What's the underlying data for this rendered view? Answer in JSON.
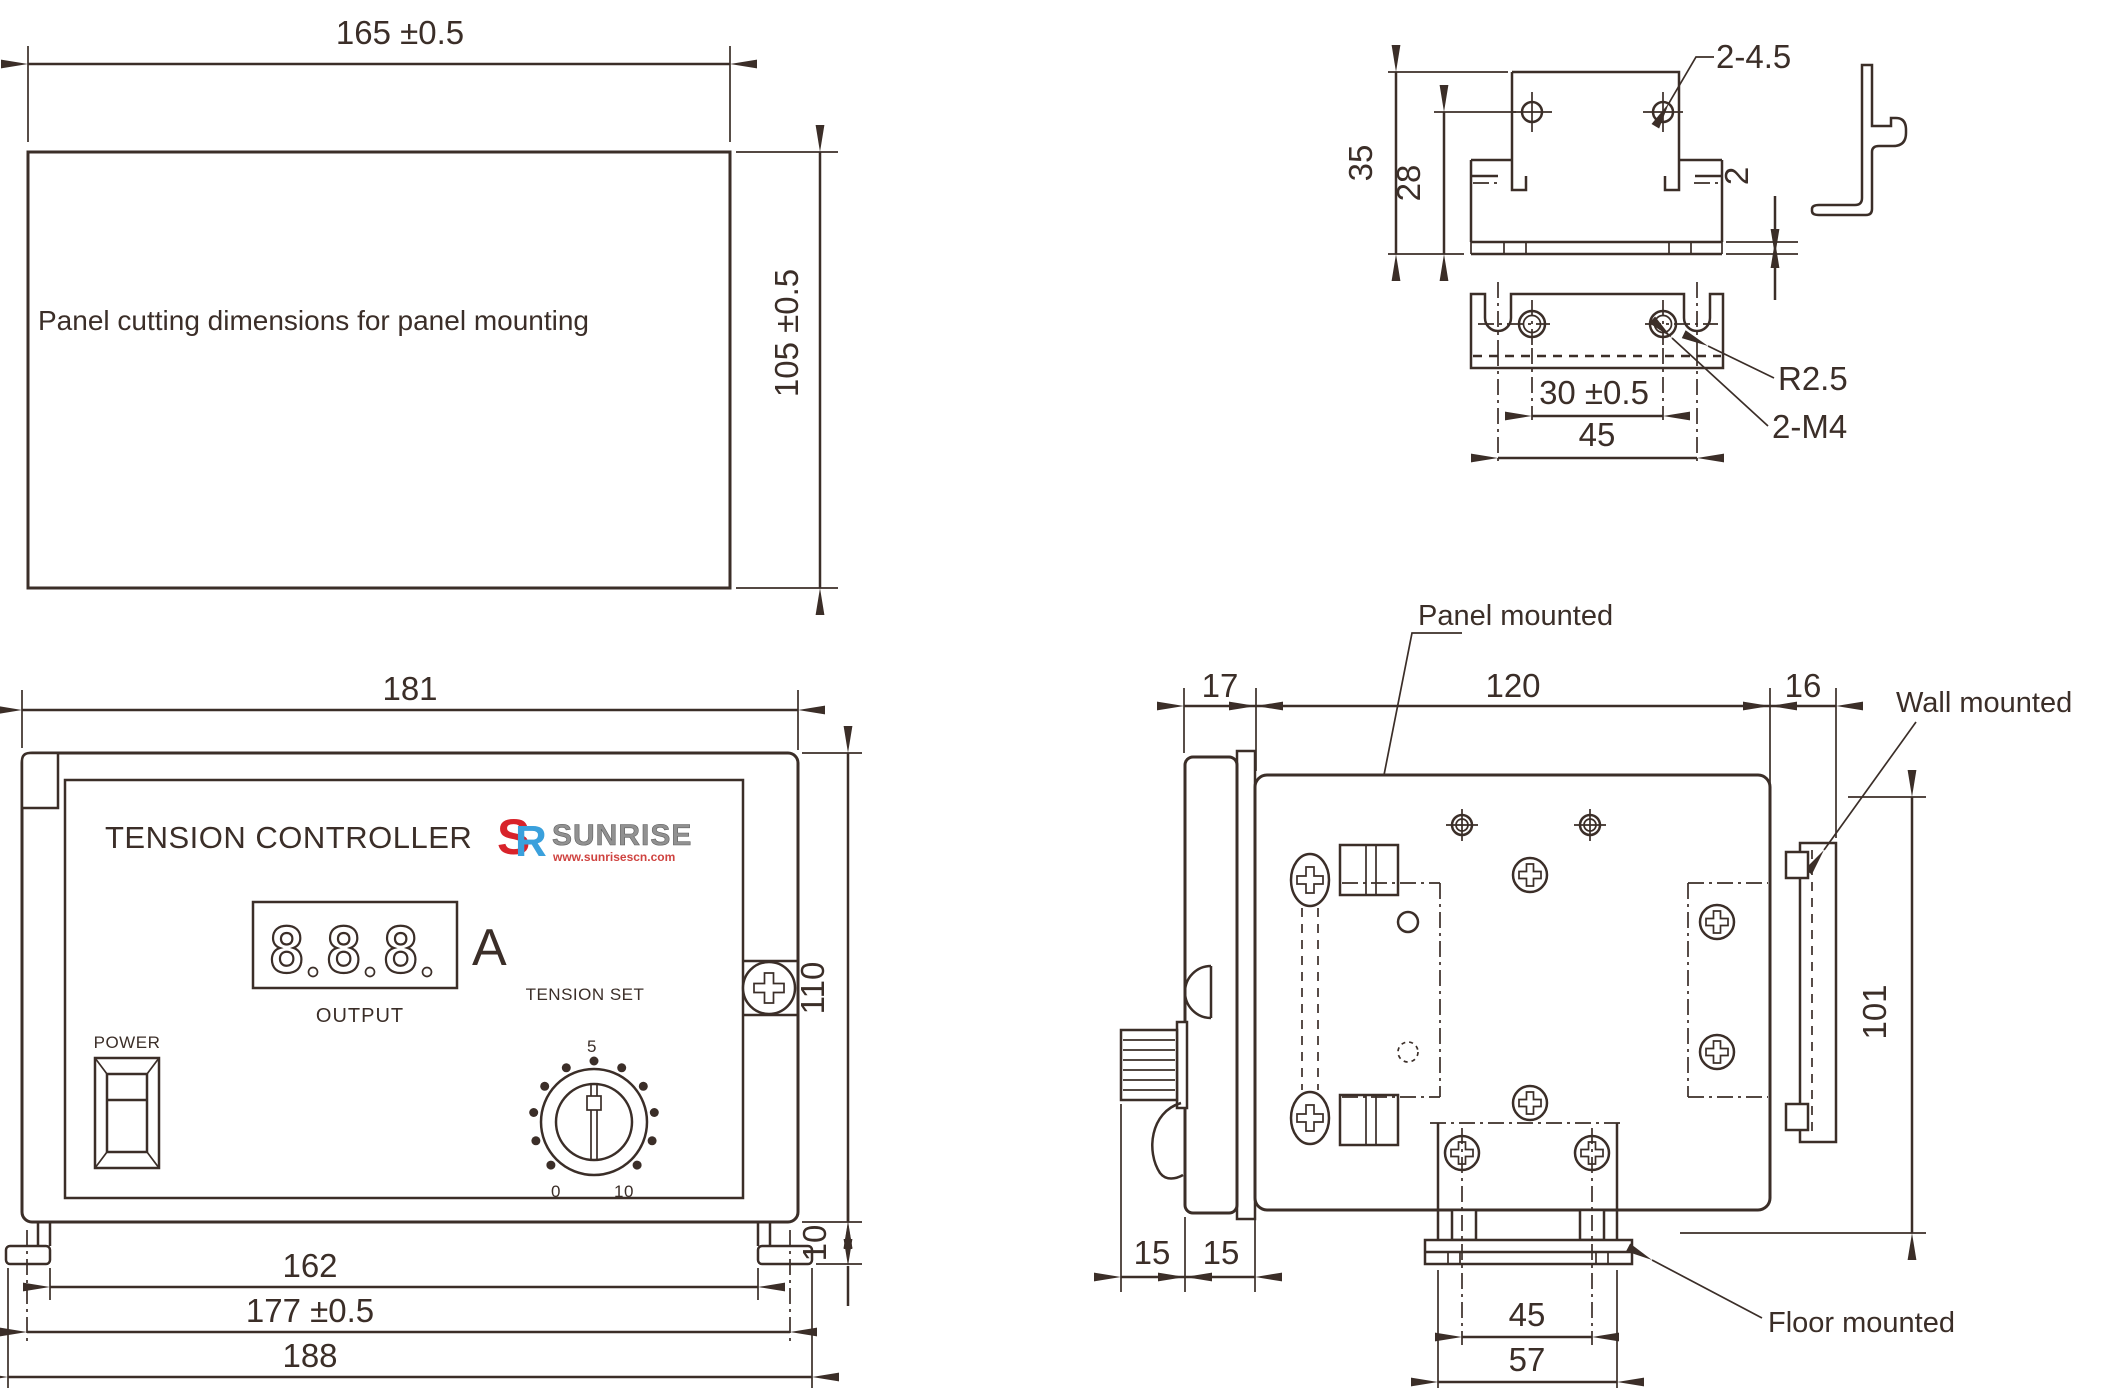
{
  "colors": {
    "ink": "#3b2e28",
    "logo_red": "#d8232a",
    "logo_blue": "#3aa0dc",
    "logo_gray": "#919191"
  },
  "panel_cut": {
    "width_dim": "165 ±0.5",
    "height_dim": "105 ±0.5",
    "note": "Panel cutting dimensions for panel mounting"
  },
  "bracket": {
    "hole_label": "2-4.5",
    "height_dim": "35",
    "hole_height_dim": "28",
    "thickness_dim": "2",
    "hole_spacing_dim": "30 ±0.5",
    "slot_spacing_dim": "45",
    "radius_label": "R2.5",
    "thread_label": "2-M4"
  },
  "front": {
    "title": "TENSION CONTROLLER",
    "logo_s": "S",
    "logo_r": "R",
    "logo_name": "SUNRISE",
    "logo_url": "www.sunrisescn.com",
    "digits": [
      "8",
      "8",
      "8"
    ],
    "unit": "A",
    "output_label": "OUTPUT",
    "power_label": "POWER",
    "tension_set_label": "TENSION SET",
    "knob_min": "0",
    "knob_mid": "5",
    "knob_max": "10",
    "width_dim": "181",
    "height_dim": "110",
    "hook_dim": "10",
    "dim_162": "162",
    "dim_177": "177 ±0.5",
    "dim_188": "188"
  },
  "side": {
    "panel_mounted": "Panel mounted",
    "wall_mounted": "Wall mounted",
    "floor_mounted": "Floor mounted",
    "dim_17": "17",
    "dim_120": "120",
    "dim_16": "16",
    "dim_101": "101",
    "dim_15a": "15",
    "dim_15b": "15",
    "dim_45": "45",
    "dim_57": "57"
  }
}
